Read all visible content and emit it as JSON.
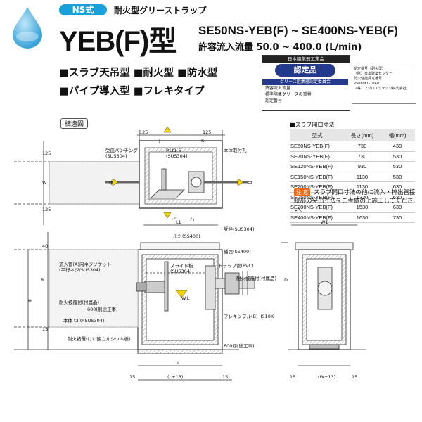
{
  "header": {
    "series": "NS式",
    "product_type": "耐火型グリーストラップ",
    "model": "YEB(F)型",
    "model_range": "SE50NS-YEB(F) ~ SE400NS-YEB(F)",
    "flow_rate": "許容流入流量 50.0 ~ 400.0 (L/min)"
  },
  "features": [
    "■スラブ天吊型 ■耐火型 ■防水型",
    "■パイプ導入型 ■フレキタイプ"
  ],
  "certification": {
    "org": "日本阻集器工業会",
    "label": "認定品",
    "body_lines": [
      "グリース阻集器認定委員会",
      "許容流入流量",
      "標準阻集グリースの重量",
      "認定番号"
    ],
    "stamp_lines": [
      "認定番号（耐火型）",
      "（財）日本建築センター",
      "防火性能評定番号",
      "PS080FL-1040",
      "（株）アクロエクテック株式会社"
    ]
  },
  "slab_table": {
    "title": "■スラブ開口寸法",
    "headers": [
      "型式",
      "長さ(mm)",
      "幅(mm)"
    ],
    "rows": [
      [
        "SE50NS-YEB(F)",
        "730",
        "430"
      ],
      [
        "SE70NS-YEB(F)",
        "730",
        "530"
      ],
      [
        "SE120NS-YEB(F)",
        "930",
        "530"
      ],
      [
        "SE150NS-YEB(F)",
        "1130",
        "530"
      ],
      [
        "SE200NS-YEB(F)",
        "1130",
        "630"
      ],
      [
        "SE250NS-YEB(F)",
        "1330",
        "630"
      ],
      [
        "SE300NS-YEB(F)",
        "1530",
        "630"
      ],
      [
        "SE400NS-YEB(F)",
        "1630",
        "730"
      ]
    ]
  },
  "note": {
    "tag": "注 意",
    "text": "スラブ開口寸法の他に流入・排出管接続部の突出寸法をご考慮の上施工してください。"
  },
  "diagram": {
    "tag": "構造図",
    "labels": {
      "dim_125": "125",
      "dim_J": "J",
      "dim_K": "K",
      "punching": "受皿パンチング",
      "punching_mat": "(SUS304)",
      "plt": "P.Lt1.5",
      "plt_mat": "(SUS304)",
      "mount_hole": "本体取付孔",
      "dim_W": "W",
      "in_mark": "中",
      "out_mark": "中",
      "mark_i": "イ",
      "mark_ha": "ハ",
      "dim_L1": "L1",
      "dim_W1": "W1",
      "lid_receiver": "受枠(SUS304)",
      "lid": "ふた(SS400)",
      "dim_40": "40",
      "reinforce": "補強(SS400)",
      "inlet_socket": "流入管(A)内ネジソケット",
      "inlet_socket_mat": "(平行ネジ/SUS304)",
      "slide_plate": "スライド板",
      "slide_plate_mat": "(SUS304)",
      "trap": "トラップ管(PVC)",
      "fire_cover_top": "耐火被覆付(付属品)",
      "dim_H": "H",
      "dim_R": "R",
      "wl": "W.L",
      "fire_cover_left": "耐火被覆付(付属品)",
      "work_600": "600(別途工事)",
      "body": "本体 t3.0(SUS304)",
      "flexible": "フレキシブル(B) JIS10K",
      "dim_D": "D",
      "dim_15": "15",
      "fire_bottom": "耐火被覆(けい酸カルシウム板)",
      "work_600b": "600(別途工事)",
      "dim_L": "L",
      "dim_L13": "(L+13)",
      "dim_W13": "(W+13)"
    }
  },
  "colors": {
    "badge": "#1aa0d8",
    "cert_oval": "#233a8c",
    "note_tag": "#e86b1a",
    "arrow_yellow": "#f3d400",
    "hatch": "#b0b0b0"
  }
}
